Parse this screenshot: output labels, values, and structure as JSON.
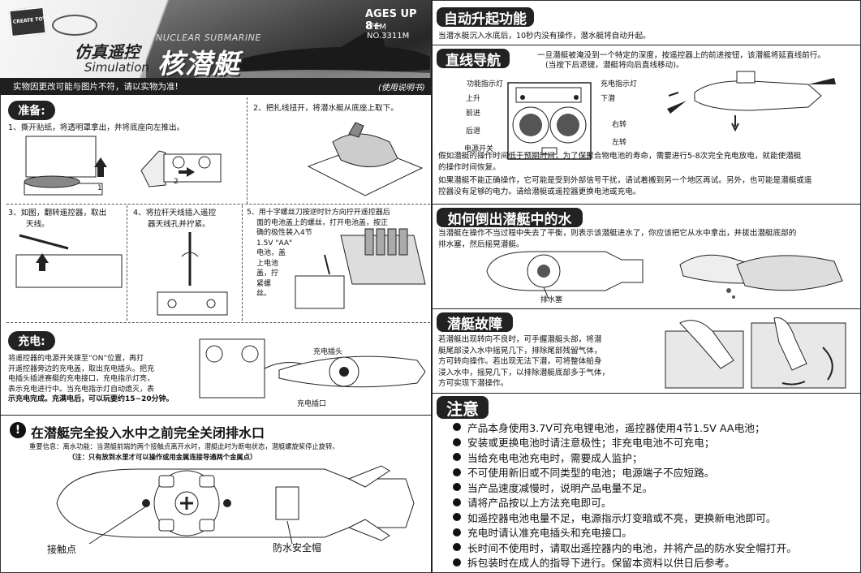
{
  "header": {
    "brand": "CREATE TOYS",
    "title_cn_a": "仿真遥控",
    "title_cn_b": "核潜艇",
    "title_en_a": "Simulation",
    "title_en_b": "NUCLEAR SUBMARINE",
    "ages": "AGES UP 8+",
    "item_no": "ITEM NO.3311M",
    "disclaimer": "实物因更改可能与图片不符，请以实物为准!",
    "manual": "(使用说明书)"
  },
  "prepare": {
    "title": "准备:",
    "step1": "1、撕开贴纸，将透明罩拿出，并将底座向左推出。",
    "step2": "2、把扎线扭开，将潜水艇从底座上取下。",
    "step3": [
      "3、如图，翻转遥控器，取出",
      "天线。"
    ],
    "step4": [
      "4、将拉杆天线插入遥控",
      "器天线孔并拧紧。"
    ],
    "step5": [
      "5、用十字螺丝刀按逆时针方向拧开遥控器后",
      "面的电池盖上的螺丝，打开电池盖，按正",
      "确的极性装入4节",
      "1.5V \"AA\"",
      "电池，盖",
      "上电池",
      "盖，拧",
      "紧螺",
      "丝。"
    ],
    "num1": "1",
    "num2": "2"
  },
  "charge": {
    "title": "充电:",
    "lines": [
      "将遥控器的电源开关拨至“ON”位置，再打",
      "开遥控器旁边的充电盖，取出充电插头。把充",
      "电插头插进赛艇的充电接口，充电指示灯亮，",
      "表示充电进行中。当充电指示灯自动熄灭，表",
      "示充电完成。充满电后，可以玩要约15~20分钟。"
    ],
    "plug_label": "充电插头",
    "port_label": "充电插口"
  },
  "warning": {
    "title": "在潜艇完全投入水中之前完全关闭排水口",
    "important": "重要信息：离水功能：当潜艇前端的两个接触点离开水时，潜艇此时为断电状态，潜艇螺旋桨停止旋转。",
    "note": "（注：只有放到水里才可以操作或用金属连接导通两个金属点）",
    "contact_label": "接触点",
    "cap_label": "防水安全帽"
  },
  "auto_rise": {
    "title": "自动升起功能",
    "text": "当潜水艇沉入水底后，10秒内没有操作，潜水艇将自动升起。"
  },
  "straight": {
    "title": "直线导航",
    "desc1": "一旦潜艇被淹没到一个特定的深度，按遥控器上的前进按钮，该潜艇将延直线前行。",
    "desc2": "(当按下后退键，潜艇将向后直线移动)。",
    "labels_left": [
      "功能指示灯",
      "上升",
      "前进",
      "后退",
      "电源开关"
    ],
    "labels_right": [
      "充电指示灯",
      "下潜",
      "右转",
      "左转"
    ],
    "para1": [
      "假如潜艇的操作时间低于预期时间，为了保聚合物电池的寿命，需要进行5-8次完全充电放电，就能使潜艇",
      "的操作时间恢复。"
    ],
    "para2": [
      "如果潜艇不能正确操作，它可能是受到外部信号干扰，请试着搬到另一个地区再试。另外，也可能是潜艇或遥",
      "控器没有足够的电力。请给潜艇或遥控器更换电池或充电。"
    ]
  },
  "pour": {
    "title": "如何倒出潜艇中的水",
    "text": [
      "当潜艇在操作不当过程中失去了平衡，则表示该潜艇进水了，你应该把它从水中拿出，并拔出潜艇底部的",
      "排水塞，然后摇晃潜艇。"
    ],
    "drain_label": "排水塞"
  },
  "fault": {
    "title": "潜艇故障",
    "text": [
      "若潜艇出现转向不良时，可手握潜艇头部，将潜",
      "艇尾部浸入水中摇晃几下，排除尾部残留气体，",
      "方可转向操作。若出现无法下潜，可将整体船身",
      "浸入水中，摇晃几下，以排除潜艇底部多于气体，",
      "方可实现下潜操作。"
    ]
  },
  "notes": {
    "title": "注意",
    "items": [
      "产品本身使用3.7V可充电锂电池，遥控器使用4节1.5V AA电池；",
      "安装或更换电池时请注意极性；非充电电池不可充电；",
      "当给充电电池充电时，需要成人监护；",
      "不可使用新旧或不同类型的电池；电源端子不应短路。",
      "当产品速度减慢时，说明产品电量不足。",
      "请将产品按以上方法充电即可。",
      "如遥控器电池电量不足，电源指示灯变暗或不亮，更换新电池即可。",
      "充电时请认准充电插头和充电接口。",
      "长时间不使用时，请取出遥控器内的电池，并将产品的防水安全帽打开。",
      "拆包装时在成人的指导下进行。保留本资料以供日后参考。"
    ]
  }
}
